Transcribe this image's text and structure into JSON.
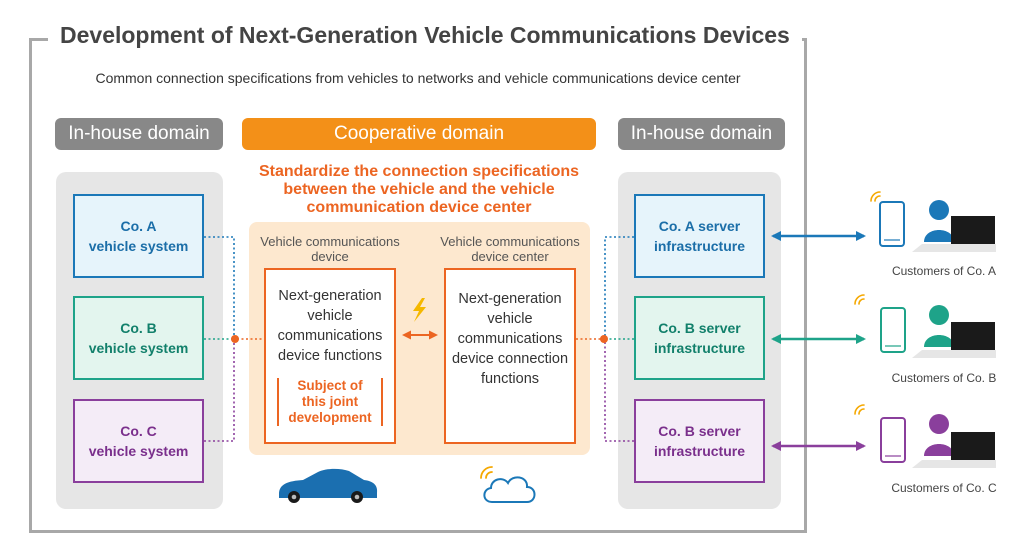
{
  "title": "Development of Next-Generation Vehicle Communications Devices",
  "subtitle": "Common connection specifications from vehicles to networks and vehicle communications device center",
  "domains": {
    "left": "In-house domain",
    "center": "Cooperative domain",
    "right": "In-house domain"
  },
  "standardize": {
    "line1": "Standardize the connection specifications",
    "line2": "between the vehicle and the vehicle",
    "line3": "communication device center"
  },
  "vehicle_systems": [
    {
      "line1": "Co. A",
      "line2": "vehicle system"
    },
    {
      "line1": "Co. B",
      "line2": "vehicle system"
    },
    {
      "line1": "Co. C",
      "line2": "vehicle system"
    }
  ],
  "device_section": {
    "label1": "Vehicle communications",
    "label2": "device",
    "lines": [
      "Next-generation",
      "vehicle",
      "communications",
      "device functions"
    ],
    "subject": [
      "Subject of",
      "this joint",
      "development"
    ]
  },
  "center_section": {
    "label1": "Vehicle communications",
    "label2": "device center",
    "lines": [
      "Next-generation",
      "vehicle",
      "communications",
      "device connection",
      "functions"
    ]
  },
  "servers": [
    {
      "line1": "Co. A server",
      "line2": "infrastructure"
    },
    {
      "line1": "Co. B server",
      "line2": "infrastructure"
    },
    {
      "line1": "Co. B server",
      "line2": "infrastructure"
    }
  ],
  "customers": [
    "Customers of Co. A",
    "Customers of Co. B",
    "Customers of Co. C"
  ],
  "colors": {
    "co_a": "#1b78b8",
    "co_b": "#1ea389",
    "co_c": "#8a3f9c",
    "orange": "#ec6522",
    "accent": "#f39018",
    "grey": "#888888"
  },
  "icons": [
    "car-icon",
    "cloud-icon",
    "signal-icon",
    "smartphone-icon",
    "person-icon",
    "monitor-icon"
  ]
}
